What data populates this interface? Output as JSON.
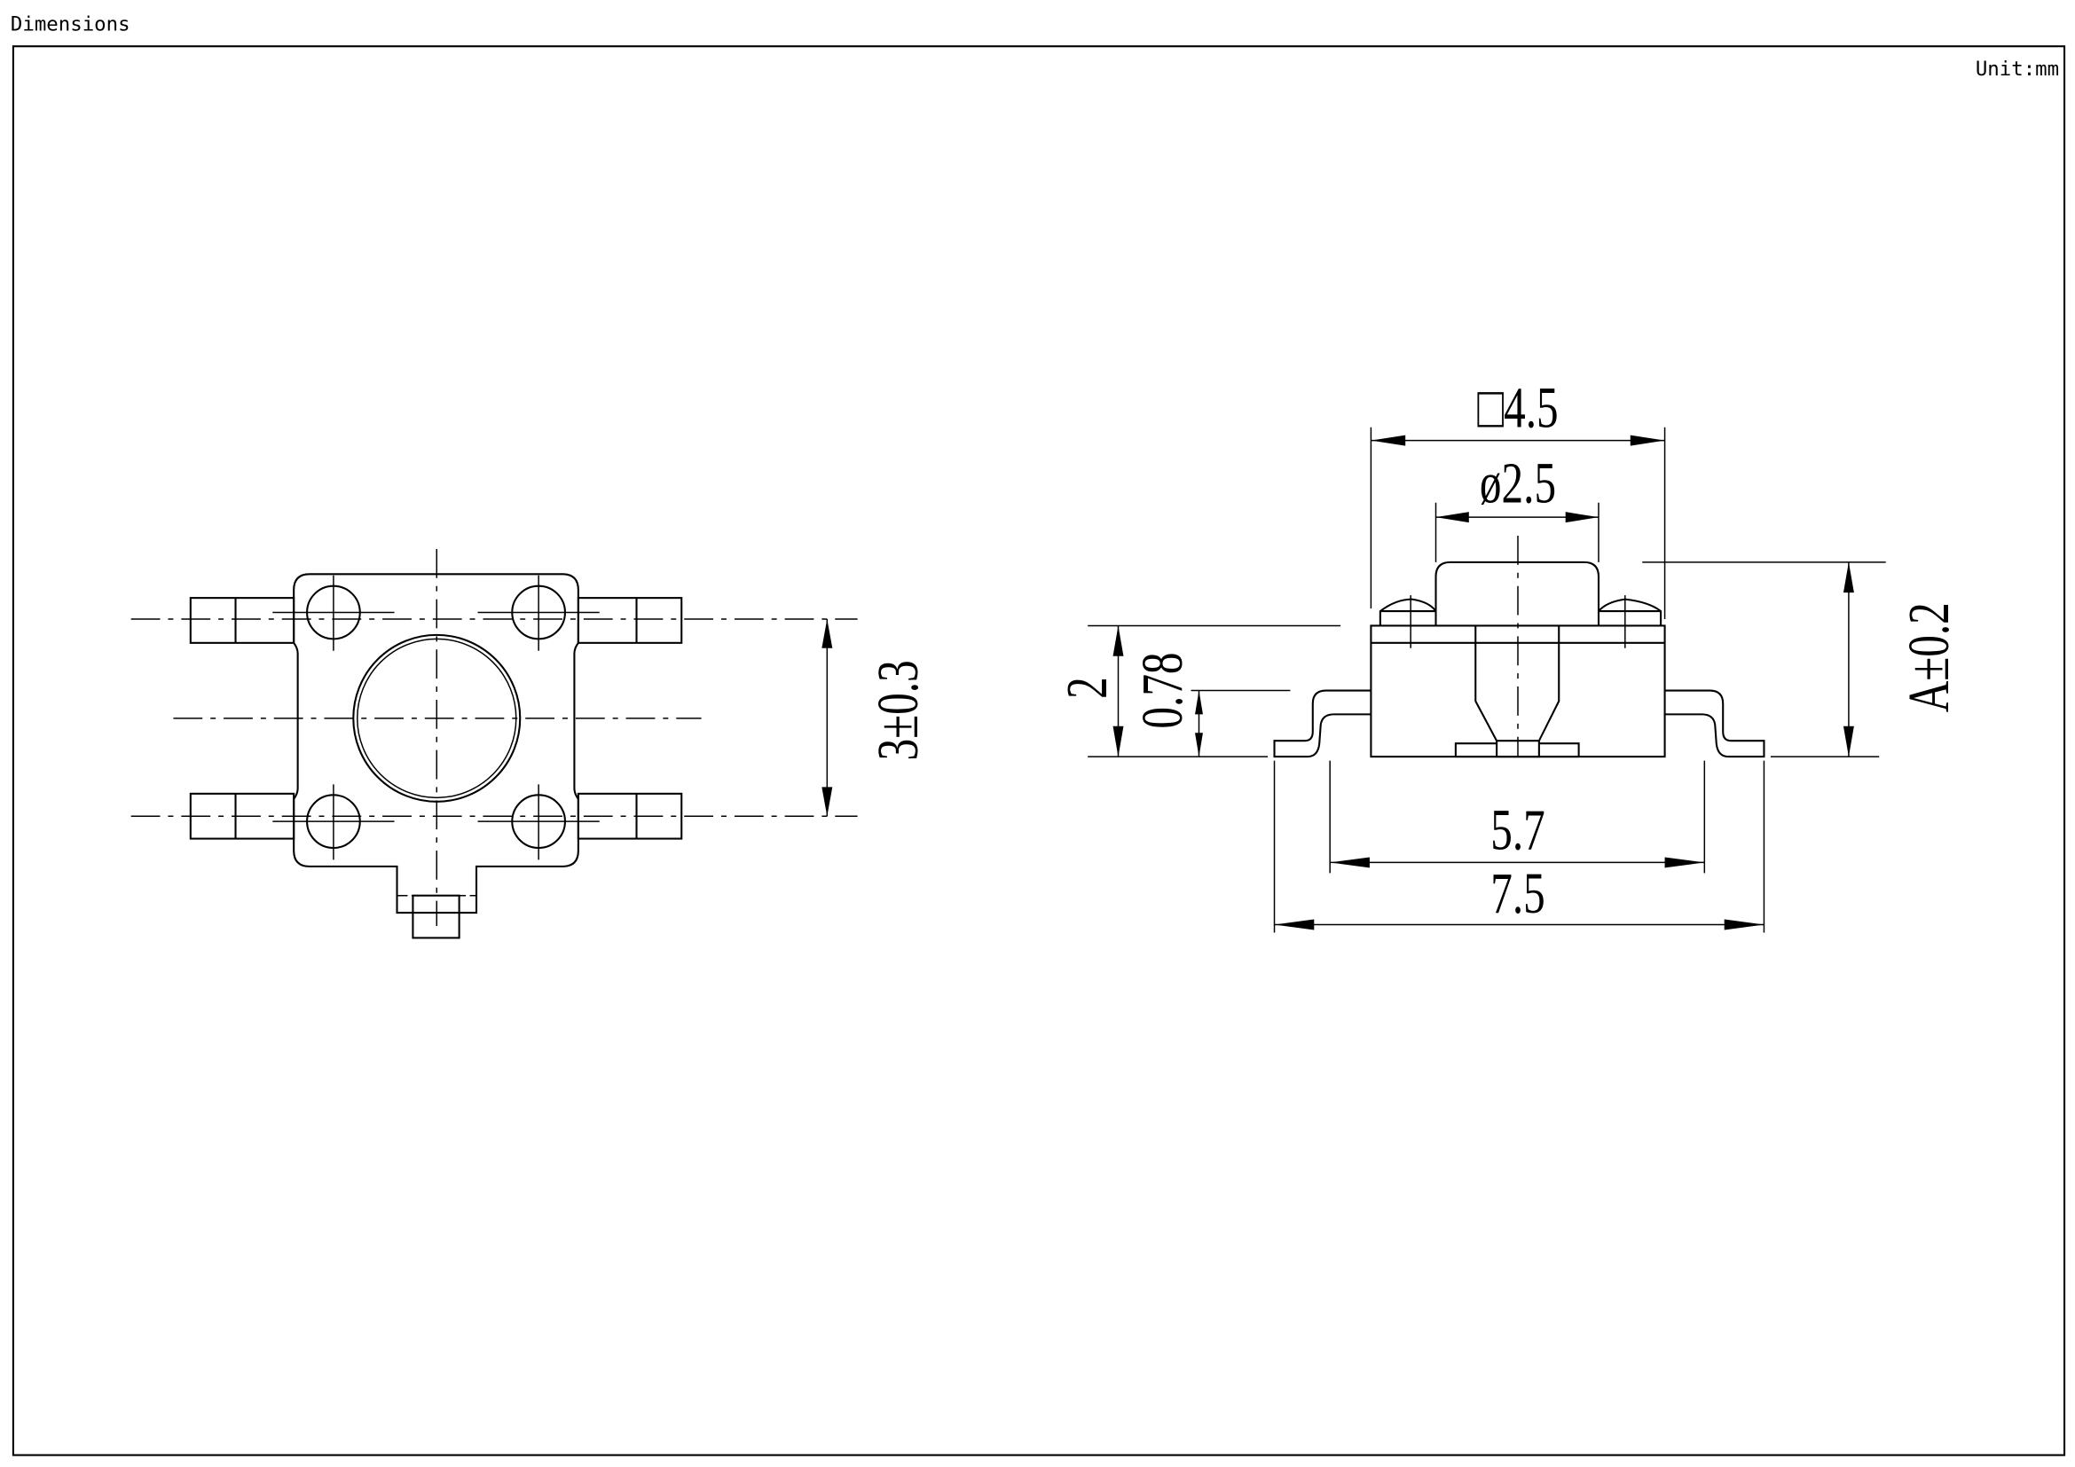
{
  "header": {
    "title": "Dimensions",
    "unit": "Unit:mm"
  },
  "top_view": {
    "dim_pitch": "3±0.3"
  },
  "side_view": {
    "dim_body": "□4.5",
    "dim_plunger": "ø2.5",
    "dim_height": "A±0.2",
    "dim_base": "2",
    "dim_lead": "0.78",
    "dim_inner": "5.7",
    "dim_outer": "7.5"
  }
}
